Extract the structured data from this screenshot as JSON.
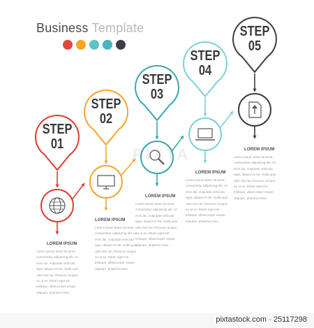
{
  "header": {
    "title": "Business",
    "subtitle": "Template"
  },
  "colors": [
    "#e2463f",
    "#f5a623",
    "#5bc4c6",
    "#46b6be",
    "#3d3d48"
  ],
  "steps": [
    {
      "word": "STEP",
      "num": "01",
      "color": "#e03c31",
      "icon": "globe-icon"
    },
    {
      "word": "STEP",
      "num": "02",
      "color": "#f4a62a",
      "icon": "monitor-icon"
    },
    {
      "word": "STEP",
      "num": "03",
      "color": "#36a9ae",
      "icon": "magnifier-icon"
    },
    {
      "word": "STEP",
      "num": "04",
      "color": "#7dd0d8",
      "icon": "laptop-icon"
    },
    {
      "word": "STEP",
      "num": "05",
      "color": "#3c3c48",
      "icon": "document-upload-icon"
    }
  ],
  "lorem_heading": "LOREM IPSUM",
  "lorem_lines": [
    "Lorem ipsum dolor sit amet,",
    "consectetur adipiscing elit. Ut",
    "eros dui, vulputate vehicula",
    "eget, aliquet et est. Nulla quis",
    "odio nisi nec rhoncus congue",
    "eu ut ex. Etiam eget est",
    "tristique, ullamcorper neque",
    "aliquam, pharetra risus."
  ],
  "watermark": "PIXTA",
  "footer": {
    "site": "pixtastock.com",
    "sep": " - ",
    "id": "25117298"
  }
}
